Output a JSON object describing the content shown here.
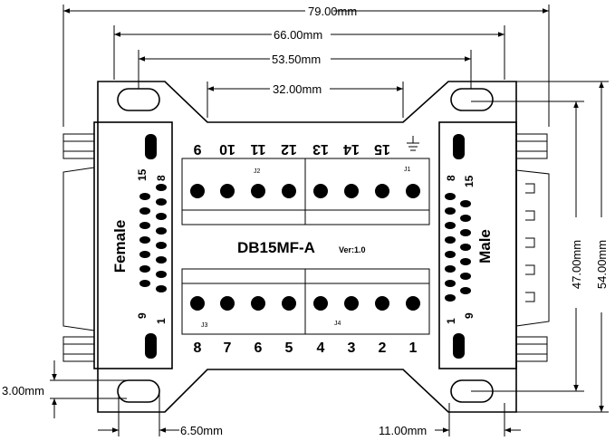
{
  "dimensions": {
    "d79": "79.00mm",
    "d66": "66.00mm",
    "d53": "53.50mm",
    "d32": "32.00mm",
    "d47": "47.00mm",
    "d54": "54.00mm",
    "d3": "3.00mm",
    "d65": "6.50mm",
    "d11": "11.00mm"
  },
  "board": {
    "title": "DB15MF-A",
    "version": "Ver:1.0",
    "female_label": "Female",
    "male_label": "Male"
  },
  "terminals": {
    "top_labels": [
      "9",
      "10",
      "11",
      "12",
      "13",
      "14",
      "15"
    ],
    "bottom_labels": [
      "8",
      "7",
      "6",
      "5",
      "4",
      "3",
      "2",
      "1"
    ],
    "j1": "J1",
    "j2": "J2",
    "j3": "J3",
    "j4": "J4"
  },
  "connector_pins": {
    "female_15": "15",
    "female_8": "8",
    "female_9": "9",
    "female_1": "1",
    "male_8": "8",
    "male_15": "15",
    "male_1": "1",
    "male_9": "9"
  }
}
